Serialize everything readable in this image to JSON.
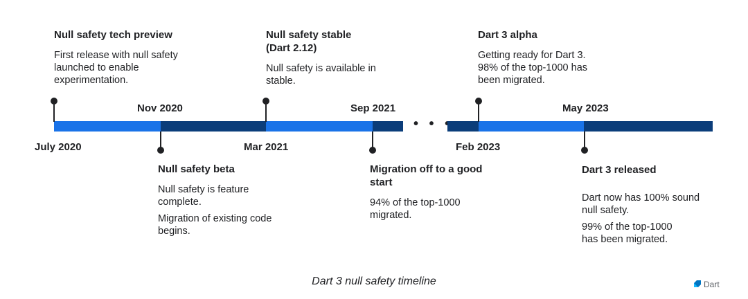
{
  "events": [
    {
      "date": "July 2020",
      "title": "Null safety tech preview",
      "desc": "First release with null safety launched to enable experimentation."
    },
    {
      "date": "Nov 2020",
      "title": "Null safety beta",
      "desc": "Null safety is feature complete.",
      "desc2": "Migration of existing code begins."
    },
    {
      "date": "Mar 2021",
      "title": "Null safety stable (Dart 2.12)",
      "desc": "Null safety is available in stable."
    },
    {
      "date": "Sep 2021",
      "title": "Migration off to a good start",
      "desc": "94% of the top-1000 migrated."
    },
    {
      "date": "Feb 2023",
      "title": "Dart 3 alpha",
      "desc": "Getting ready for Dart 3. 98% of the top-1000 has been migrated."
    },
    {
      "date": "May 2023",
      "title": "Dart 3 released",
      "desc": "Dart now has 100% sound null safety.",
      "desc2": "99% of the top-1000 has been migrated."
    }
  ],
  "ellipsis": "• • •",
  "caption": "Dart 3 null safety timeline",
  "brand": {
    "label": "Dart",
    "icon": "dart-logo-icon"
  },
  "colors": {
    "segment_light": "#1a73e8",
    "segment_dark": "#0b3d7a",
    "text": "#202124"
  }
}
